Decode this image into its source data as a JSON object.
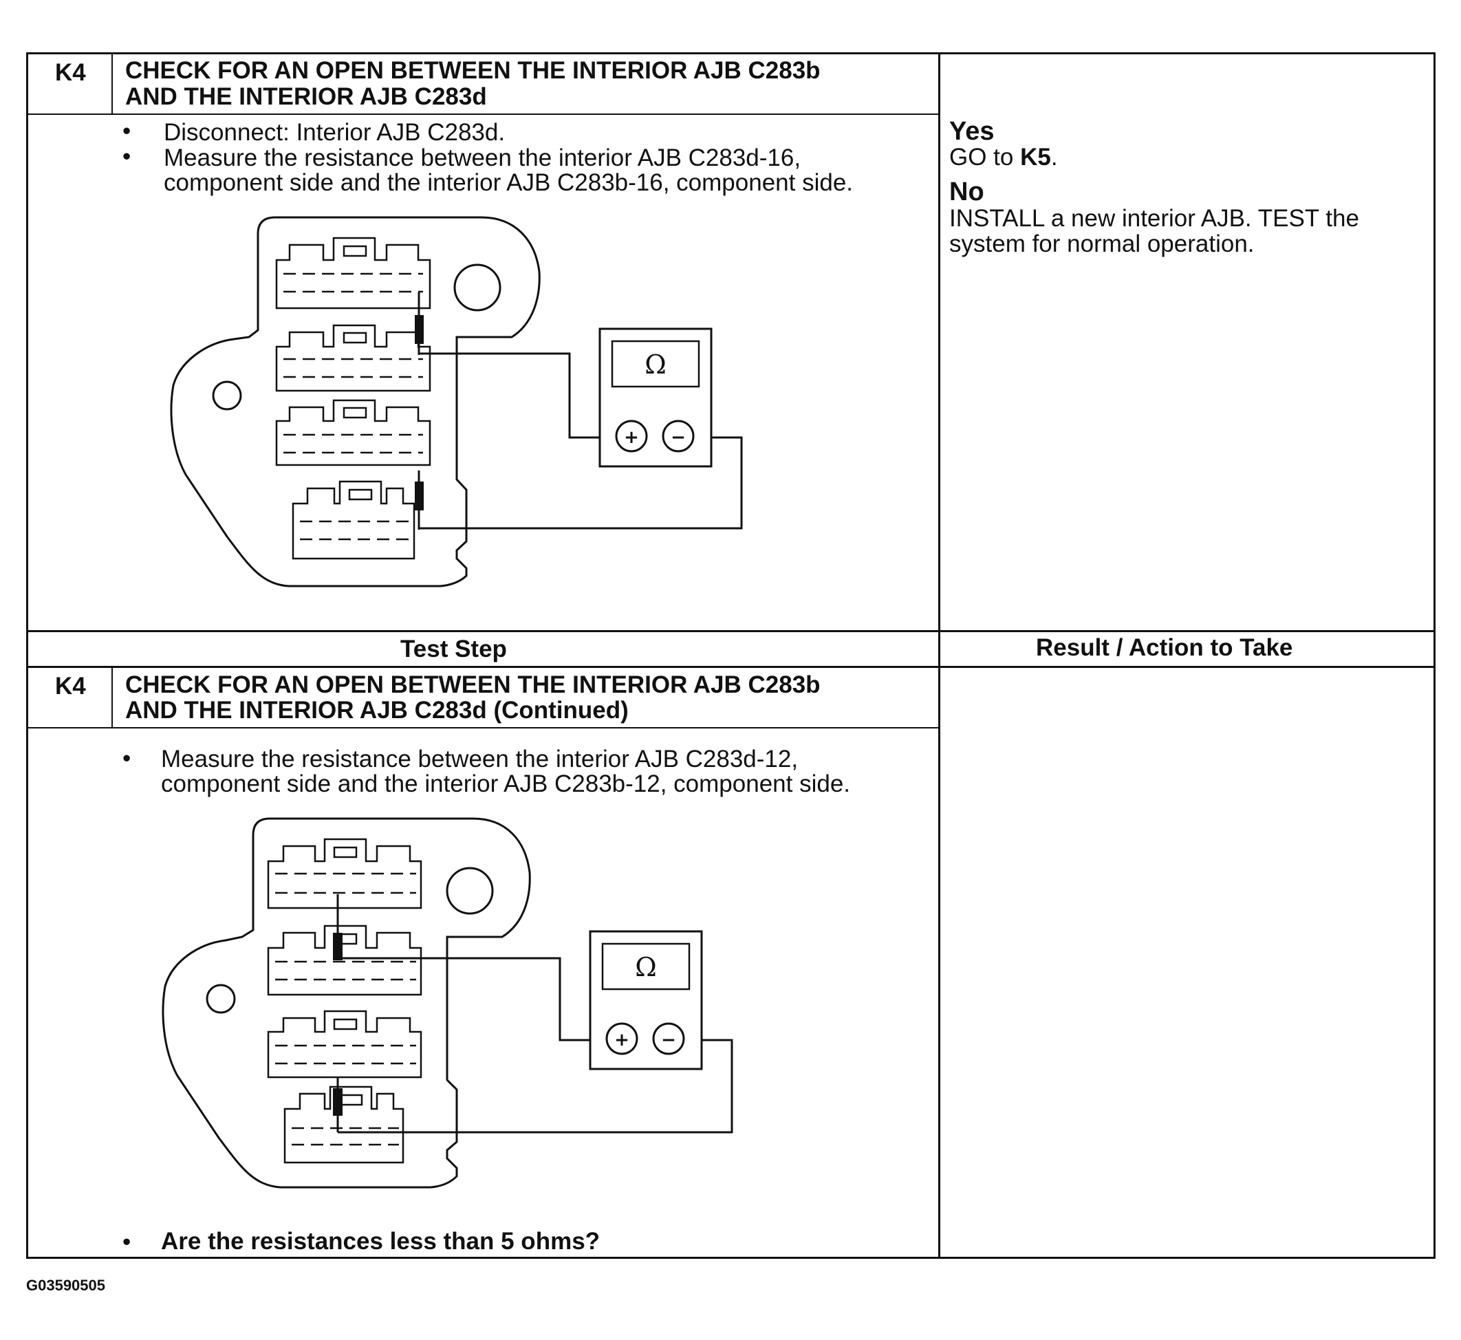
{
  "panel1": {
    "step_id": "K4",
    "title_line1": "CHECK FOR AN OPEN BETWEEN THE INTERIOR AJB C283b",
    "title_line2": "AND THE INTERIOR AJB C283d",
    "bullets": [
      "Disconnect: Interior AJB C283d.",
      "Measure the resistance between the interior AJB C283d-16,",
      "component side and the interior AJB C283b-16, component side."
    ],
    "meter_symbol": "Ω",
    "plus": "+",
    "minus": "−"
  },
  "result": {
    "yes_label": "Yes",
    "yes_text_prefix": "GO to ",
    "yes_text_target": "K5",
    "yes_text_suffix": ".",
    "no_label": "No",
    "no_line1": "INSTALL a new interior AJB. TEST the",
    "no_line2": "system for normal operation."
  },
  "header": {
    "test_step": "Test Step",
    "result_action": "Result / Action to Take"
  },
  "panel2": {
    "step_id": "K4",
    "title_line1": "CHECK FOR AN OPEN BETWEEN THE INTERIOR AJB C283b",
    "title_line2": "AND THE INTERIOR AJB C283d (Continued)",
    "bullets": [
      "Measure the resistance between the interior AJB C283d-12,",
      "component side and the interior AJB C283b-12, component side."
    ],
    "question": "Are the resistances less than 5 ohms?",
    "meter_symbol": "Ω",
    "plus": "+",
    "minus": "−"
  },
  "figure_id": "G03590505"
}
